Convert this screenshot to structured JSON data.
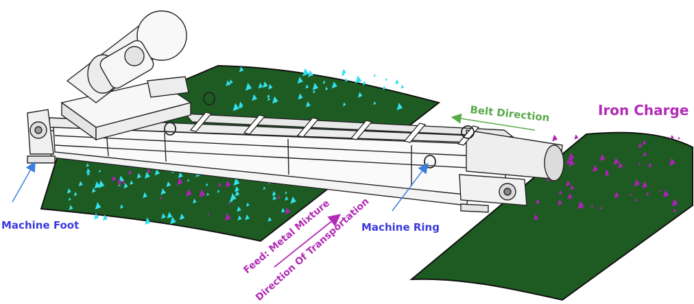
{
  "labels": {
    "iron_charge": "Iron Charge",
    "belt_direction": "Belt Direction",
    "machine_foot": "Machine Foot",
    "machine_ring": "Machine Ring",
    "feed": "Feed: Metal Mixture",
    "direction_transport": "Direction Of Transportation"
  },
  "colors": {
    "pad_green": "#1e5b22",
    "pad_outline": "#111111",
    "metal_fragments": "#33e0f0",
    "iron_fragments": "#b020b8",
    "purple_text": "#b22ab6",
    "blue_text": "#3a3adc",
    "belt_label": "#5aaa4a",
    "pointer_line": "#3a7ee0"
  }
}
